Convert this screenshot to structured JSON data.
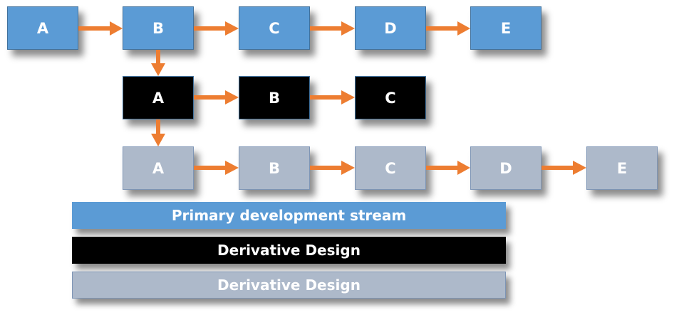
{
  "colors": {
    "primary": "#5b9bd5",
    "derivative1": "#000000",
    "derivative2": "#adb9ca",
    "arrow": "#ed7d31"
  },
  "streams": [
    {
      "name": "primary",
      "nodes": [
        "A",
        "B",
        "C",
        "D",
        "E"
      ]
    },
    {
      "name": "derivative1",
      "nodes": [
        "A",
        "B",
        "C"
      ],
      "branches_from": "B"
    },
    {
      "name": "derivative2",
      "nodes": [
        "A",
        "B",
        "C",
        "D",
        "E"
      ],
      "branches_from": "A"
    }
  ],
  "legend": [
    {
      "label": "Primary development stream",
      "stream": "primary"
    },
    {
      "label": "Derivative Design",
      "stream": "derivative1"
    },
    {
      "label": "Derivative Design",
      "stream": "derivative2"
    }
  ]
}
